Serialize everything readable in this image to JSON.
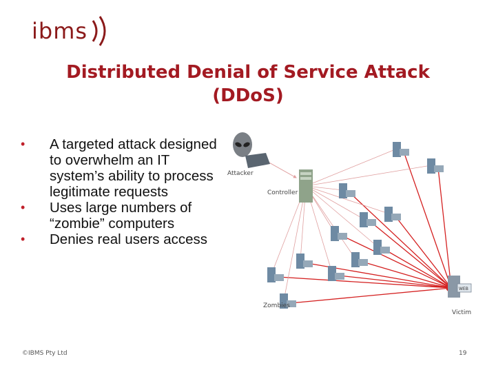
{
  "logo": {
    "text": "ibms"
  },
  "title": {
    "line1": "Distributed Denial of Service Attack",
    "line2": "(DDoS)"
  },
  "bullets": [
    "A targeted attack designed to overwhelm an IT system’s ability to process legitimate requests",
    "Uses large numbers of “zombie” computers",
    "Denies real users access"
  ],
  "diagram": {
    "attacker_label": "Attacker",
    "controller_label": "Controller",
    "zombies_label": "Zombies",
    "victim_label": "Victim",
    "victim_tag": "WEB",
    "controller_arrow_color": "#e0a0a0",
    "attack_arrow_color": "#d42020",
    "icon_color": "#6e8aa3"
  },
  "footer": {
    "copyright": "©IBMS Pty Ltd",
    "page": "19"
  }
}
